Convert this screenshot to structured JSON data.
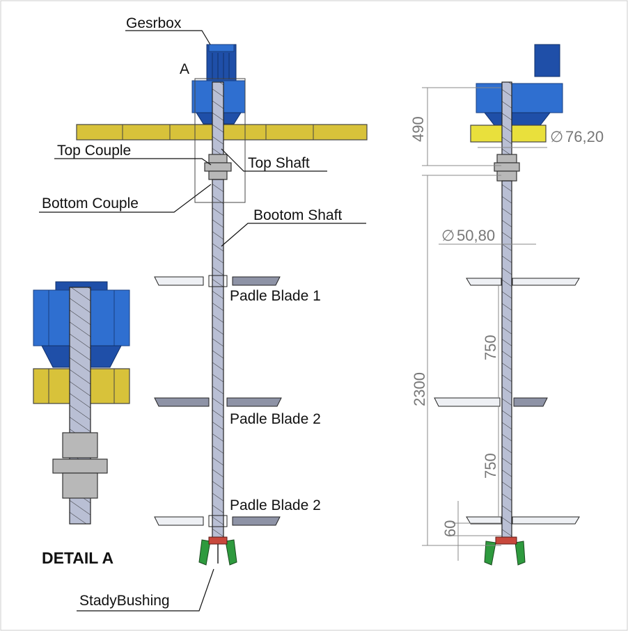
{
  "labels": {
    "gearbox": "Gesrbox",
    "detail_marker": "A",
    "top_couple": "Top Couple",
    "top_shaft": "Top Shaft",
    "bottom_couple": "Bottom  Couple",
    "bottom_shaft": "Bootom Shaft",
    "blade_1": "Padle Blade 1",
    "blade_2": "Padle Blade 2",
    "blade_3": "Padle Blade 2",
    "steady_bushing": "StadyBushing",
    "detail_title": "DETAIL A"
  },
  "dimensions": {
    "top_height": "490",
    "top_shaft_diameter": "76,20",
    "bottom_shaft_diameter": "50,80",
    "total_length": "2300",
    "blade_spacing_1": "750",
    "blade_spacing_2": "750",
    "bottom_offset": "60",
    "diameter_symbol": "∅"
  },
  "colors": {
    "gearbox_blue": "#2f6fd0",
    "support_beam_yellow": "#d8c23a",
    "shaft_grey": "#b9bfd4",
    "bushing_green": "#2e9a3e",
    "bushing_red": "#c8483c"
  }
}
